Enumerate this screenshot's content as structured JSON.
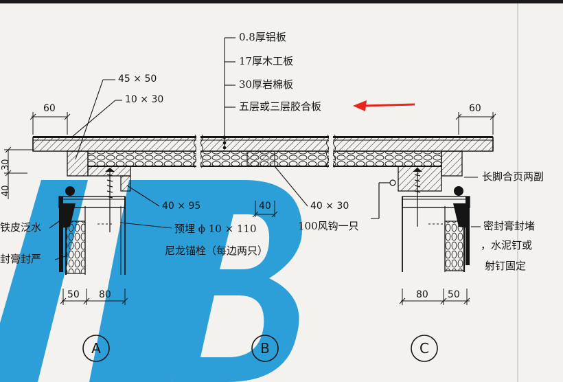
{
  "layers": {
    "l1": "0.8厚铝板",
    "l2": "17厚木工板",
    "l3": "30厚岩棉板",
    "l4": "五层或三层胶合板"
  },
  "dims": {
    "d45x50": "45 × 50",
    "d10x30": "10 × 30",
    "left60": "60",
    "right60": "60",
    "v30": "30",
    "v40": "40",
    "d40x95": "40 × 95",
    "d40": "40",
    "d40x30": "40 × 30",
    "b50": "50",
    "b80": "80",
    "c80": "80",
    "c50": "50"
  },
  "notes": {
    "hinge": "长脚合页两副",
    "hook": "100风钩一只",
    "embed": "预埋 ϕ 10 × 110",
    "anchor": "尼龙锚栓（每边两只）",
    "flashing": "铁皮泛水",
    "seal_left": "封膏封严",
    "seal_right_1": "密封膏封堵",
    "seal_right_2": "，水泥钉或",
    "seal_right_3": "射钉固定"
  },
  "detail_labels": {
    "a": "A",
    "b": "B",
    "c": "C"
  },
  "colors": {
    "ink": "#141414",
    "watermark": "#2c9fd8",
    "arrow": "#e8241c",
    "paper": "#f3f2ee"
  }
}
